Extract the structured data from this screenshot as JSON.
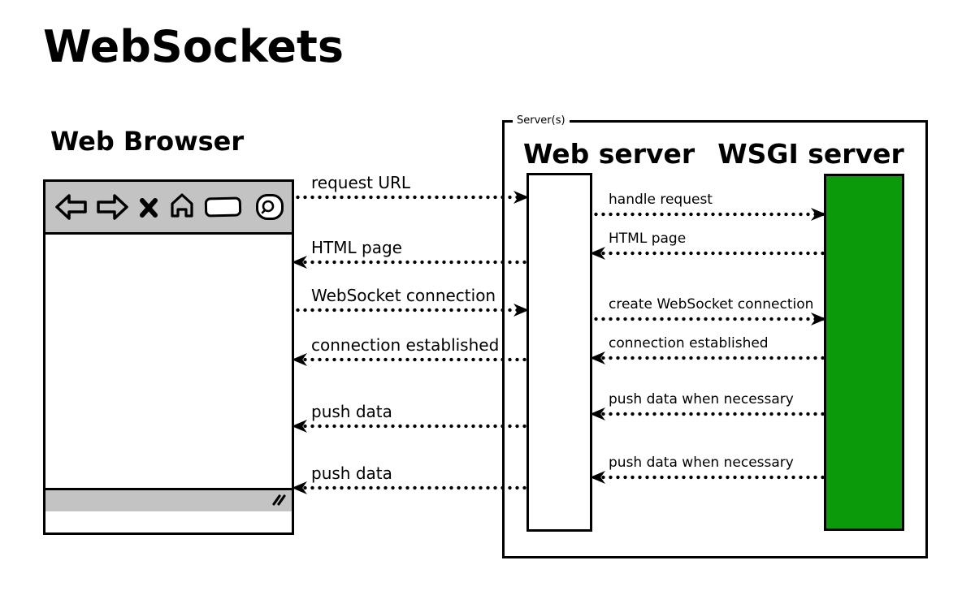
{
  "title": "WebSockets",
  "browser": {
    "label": "Web Browser",
    "toolbar_icons": [
      "back-arrow",
      "forward-arrow",
      "close",
      "home",
      "address-bar",
      "search"
    ],
    "statusbar_icon": "resize-grip",
    "chrome_color": "#c3c3c3"
  },
  "server_box": {
    "legend": "Server(s)",
    "web_server_heading": "Web server",
    "wsgi_server_heading": "WSGI server",
    "wsgi_fill_color": "#0a9a0a"
  },
  "messages_browser_webserver": [
    {
      "label": "request URL",
      "direction": "right"
    },
    {
      "label": "HTML page",
      "direction": "left"
    },
    {
      "label": "WebSocket connection",
      "direction": "right"
    },
    {
      "label": "connection established",
      "direction": "left"
    },
    {
      "label": "push data",
      "direction": "left"
    },
    {
      "label": "push data",
      "direction": "left"
    }
  ],
  "messages_webserver_wsgi": [
    {
      "label": "handle request",
      "direction": "right"
    },
    {
      "label": "HTML page",
      "direction": "left"
    },
    {
      "label": "create WebSocket connection",
      "direction": "right"
    },
    {
      "label": "connection established",
      "direction": "left"
    },
    {
      "label": "push data when necessary",
      "direction": "left"
    },
    {
      "label": "push data when necessary",
      "direction": "left"
    }
  ]
}
